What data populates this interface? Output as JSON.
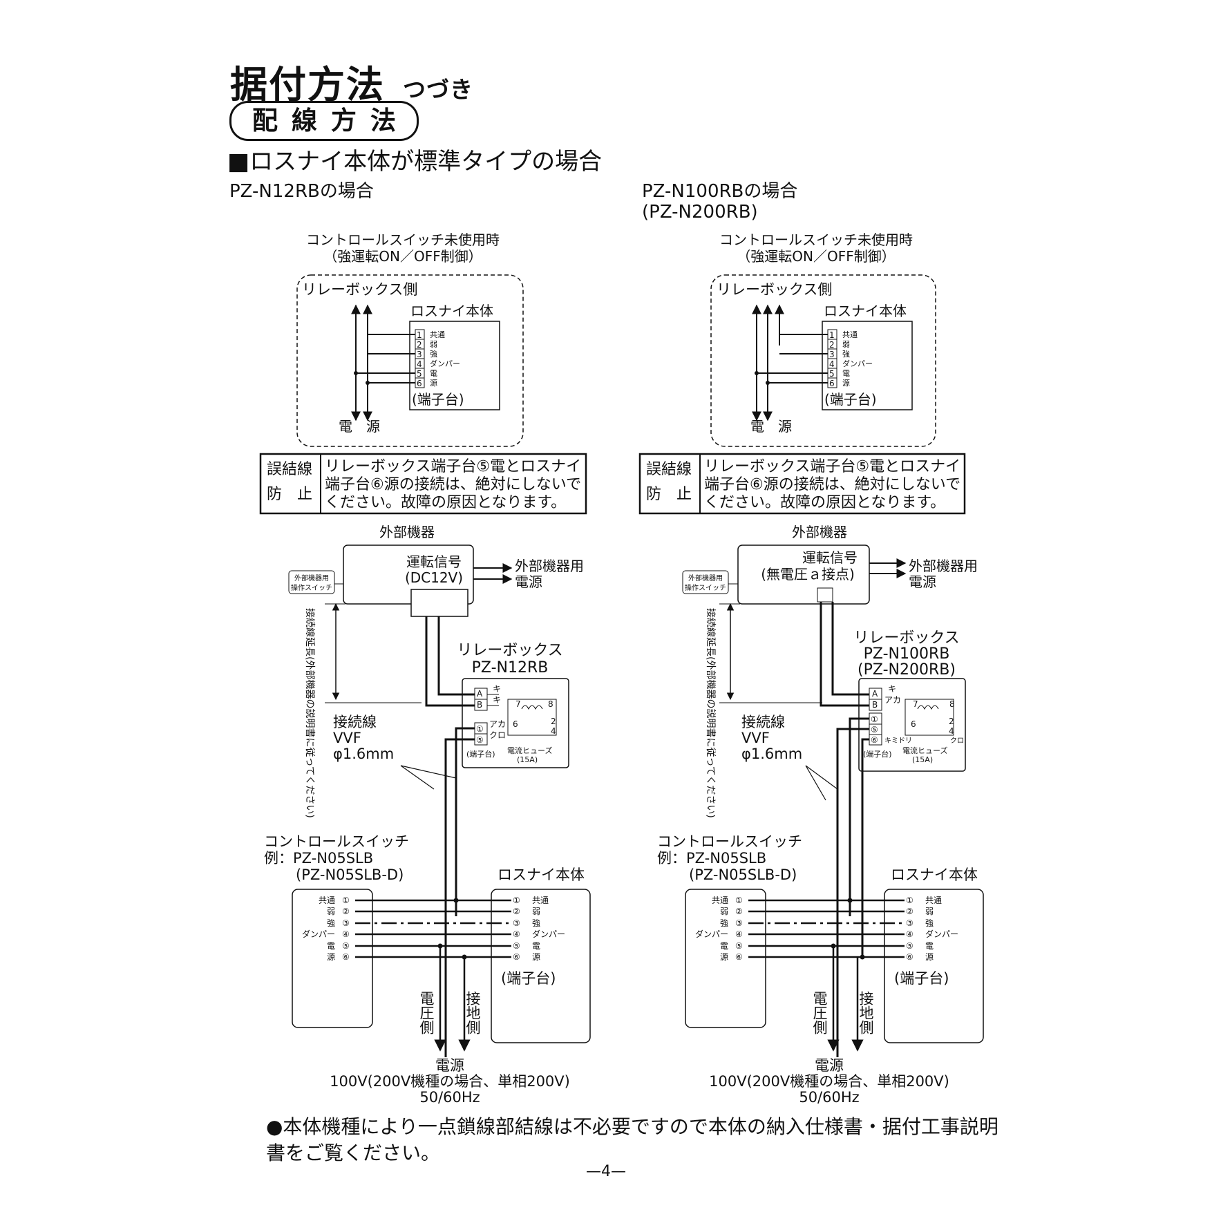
{
  "page": {
    "title": "据付方法",
    "title_sub": "つづき",
    "section": "配線方法",
    "heading": "■ロスナイ本体が標準タイプの場合",
    "footnote": "●本体機種により一点鎖線部結線は不必要ですので本体の納入仕様書・据付工事説明書をご覧ください。",
    "page_number": "—4—"
  },
  "labels": {
    "no_switch": "コントロールスイッチ未使用時",
    "no_switch_sub": "（強運転ON／OFF制御）",
    "relay_side": "リレーボックス側",
    "lossnay_body": "ロスナイ本体",
    "terminal_block": "(端子台)",
    "terminal_block_small": "(端子台)",
    "power": "電　源",
    "terminals": [
      "1",
      "2",
      "3",
      "4",
      "5",
      "6"
    ],
    "terminal_names": [
      "共通",
      "弱",
      "強",
      "ダンパー",
      "電",
      "源"
    ],
    "circled_terminals": [
      "①",
      "②",
      "③",
      "④",
      "⑤",
      "⑥"
    ],
    "warning_label_1": "誤結線",
    "warning_label_2": "防　止",
    "warning_lines": [
      "リレーボックス端子台⑤電とロスナイ",
      "端子台⑥源の接続は、絶対にしないで",
      "ください。故障の原因となります。"
    ],
    "external_device": "外部機器",
    "ext_power_1": "外部機器用",
    "ext_power_2": "電源",
    "ext_switch_1": "外部機器用",
    "ext_switch_2": "操作スイッチ",
    "extension_note": "接続線延長(外部機器の説明書に従ってください)",
    "relay_box": "リレーボックス",
    "wire_label_1": "接続線",
    "wire_label_2": "VVF",
    "wire_label_3": "φ1.6mm",
    "ctrl_switch": "コントロールスイッチ",
    "ctrl_example": "例：PZ-N05SLB",
    "ctrl_example_2": "(PZ-N05SLB-D)",
    "voltage_side": "電圧側",
    "ground_side": "接地側",
    "supply_1": "電源",
    "supply_2": "100V(200V機種の場合、単相200V)",
    "supply_3": "50/60Hz",
    "relay_A": "A",
    "relay_B": "B",
    "relay_1": "①",
    "relay_5": "⑤",
    "wire_ki": "キ",
    "wire_aka": "アカ",
    "wire_kuro": "クロ",
    "wire_kimidori": "キミドリ",
    "fuse": "電流ヒューズ",
    "fuse_rating": "(15A)",
    "coil_7": "7",
    "coil_8": "8",
    "contact_6": "6",
    "contact_2": "2",
    "contact_4": "4"
  },
  "left": {
    "model": "PZ-N12RBの場合",
    "signal_1": "運転信号",
    "signal_2": "(DC12V)",
    "relay_model": "PZ-N12RB"
  },
  "right": {
    "model": "PZ-N100RBの場合",
    "model_2": "(PZ-N200RB)",
    "signal_1": "運転信号",
    "signal_2": "(無電圧ａ接点)",
    "relay_model": "PZ-N100RB",
    "relay_model_2": "(PZ-N200RB)"
  }
}
